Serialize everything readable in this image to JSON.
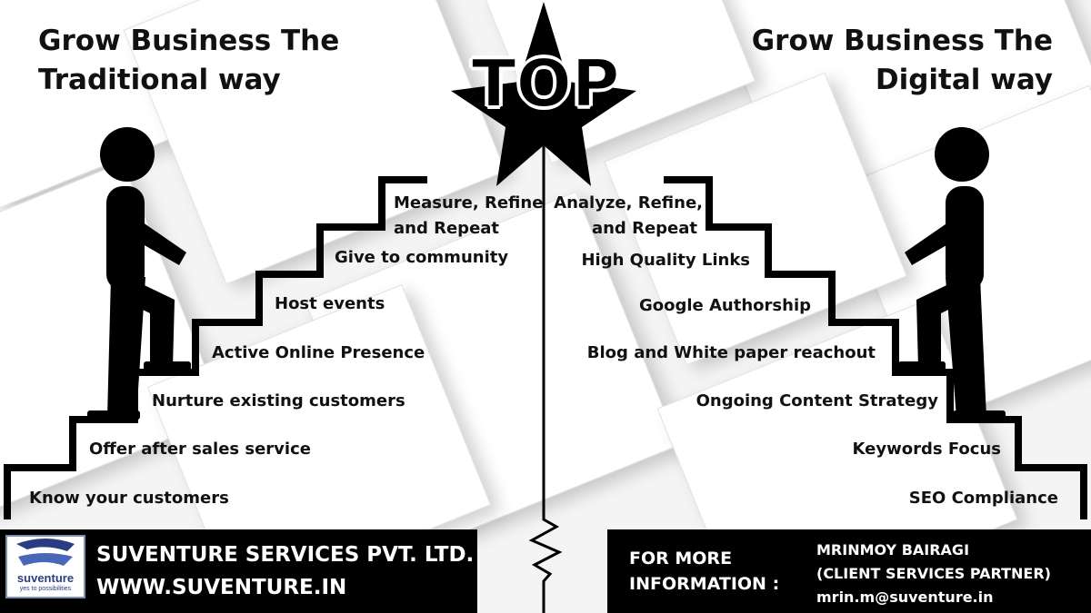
{
  "left_title": [
    "Grow Business The",
    "Traditional way"
  ],
  "right_title": [
    "Grow Business The",
    "Digital way"
  ],
  "center_badge": "TOP",
  "left_steps": [
    "Know your customers",
    "Offer after sales service",
    "Nurture existing customers",
    "Active Online Presence",
    "Host events",
    "Give to community",
    "Measure, Refine",
    "and Repeat"
  ],
  "right_steps": [
    "SEO  Compliance",
    "Keywords Focus",
    "Ongoing Content Strategy",
    "Blog and White paper reachout",
    "Google Authorship",
    "High Quality Links",
    "Analyze, Refine,",
    "and Repeat"
  ],
  "footer": {
    "logo_word": "suventure",
    "logo_tagline": "yes to possibilities",
    "company": "SUVENTURE SERVICES PVT. LTD.",
    "website": "WWW.SUVENTURE.IN",
    "info_label_1": "FOR MORE",
    "info_label_2": "INFORMATION :",
    "contact_name": "MRINMOY BAIRAGI",
    "contact_role": "(CLIENT SERVICES PARTNER)",
    "contact_email": "mrin.m@suventure.in"
  },
  "colors": {
    "ink": "#000000",
    "paper": "#ffffff",
    "logo_blue": "#2a3d84"
  }
}
